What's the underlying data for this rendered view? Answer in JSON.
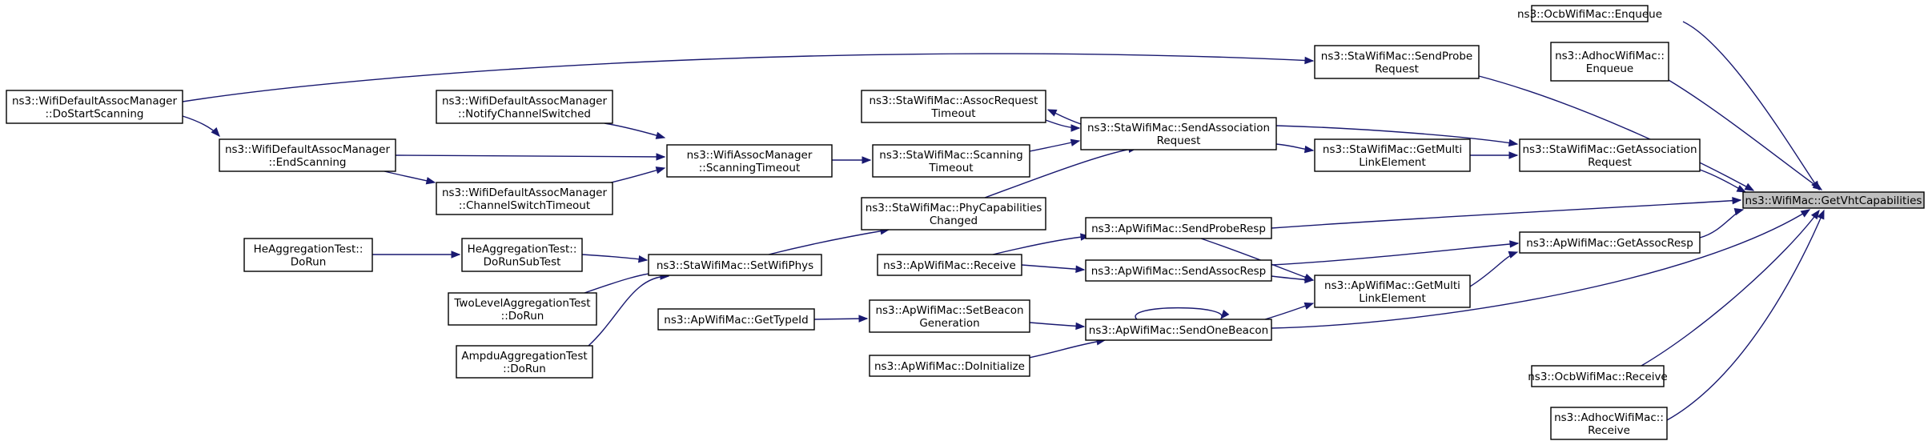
{
  "diagram": {
    "colors": {
      "edge": "#191970",
      "node_border": "#000000",
      "node_fill": "#ffffff",
      "root_fill": "#bfbfbf"
    },
    "nodes": [
      {
        "id": "n0",
        "lines": [
          "ns3::WifiMac::GetVhtCapabilities"
        ],
        "root": true
      },
      {
        "id": "n1",
        "lines": [
          "ns3::OcbWifiMac::Enqueue"
        ]
      },
      {
        "id": "n2",
        "lines": [
          "ns3::AdhocWifiMac::",
          "Enqueue"
        ]
      },
      {
        "id": "n3",
        "lines": [
          "ns3::StaWifiMac::SendProbe",
          "Request"
        ]
      },
      {
        "id": "n4",
        "lines": [
          "ns3::WifiDefaultAssocManager",
          "::DoStartScanning"
        ]
      },
      {
        "id": "n5",
        "lines": [
          "ns3::StaWifiMac::GetAssociation",
          "Request"
        ]
      },
      {
        "id": "n6",
        "lines": [
          "ns3::StaWifiMac::SendAssociation",
          "Request"
        ]
      },
      {
        "id": "n7",
        "lines": [
          "ns3::StaWifiMac::AssocRequest",
          "Timeout"
        ]
      },
      {
        "id": "n8",
        "lines": [
          "ns3::StaWifiMac::Scanning",
          "Timeout"
        ]
      },
      {
        "id": "n9",
        "lines": [
          "ns3::WifiAssocManager",
          "::ScanningTimeout"
        ]
      },
      {
        "id": "n10",
        "lines": [
          "ns3::WifiDefaultAssocManager",
          "::NotifyChannelSwitched"
        ]
      },
      {
        "id": "n11",
        "lines": [
          "ns3::WifiDefaultAssocManager",
          "::EndScanning"
        ]
      },
      {
        "id": "n12",
        "lines": [
          "ns3::WifiDefaultAssocManager",
          "::ChannelSwitchTimeout"
        ]
      },
      {
        "id": "n13",
        "lines": [
          "ns3::StaWifiMac::PhyCapabilities",
          "Changed"
        ]
      },
      {
        "id": "n14",
        "lines": [
          "ns3::StaWifiMac::SetWifiPhys"
        ]
      },
      {
        "id": "n15",
        "lines": [
          "HeAggregationTest::",
          "DoRunSubTest"
        ]
      },
      {
        "id": "n16",
        "lines": [
          "HeAggregationTest::",
          "DoRun"
        ]
      },
      {
        "id": "n17",
        "lines": [
          "TwoLevelAggregationTest",
          "::DoRun"
        ]
      },
      {
        "id": "n18",
        "lines": [
          "AmpduAggregationTest",
          "::DoRun"
        ]
      },
      {
        "id": "n19",
        "lines": [
          "ns3::StaWifiMac::GetMulti",
          "LinkElement"
        ]
      },
      {
        "id": "n20",
        "lines": [
          "ns3::ApWifiMac::GetAssocResp"
        ]
      },
      {
        "id": "n21",
        "lines": [
          "ns3::ApWifiMac::SendProbeResp"
        ]
      },
      {
        "id": "n22",
        "lines": [
          "ns3::ApWifiMac::SendAssocResp"
        ]
      },
      {
        "id": "n23",
        "lines": [
          "ns3::ApWifiMac::Receive"
        ]
      },
      {
        "id": "n24",
        "lines": [
          "ns3::ApWifiMac::GetMulti",
          "LinkElement"
        ]
      },
      {
        "id": "n25",
        "lines": [
          "ns3::ApWifiMac::SendOneBeacon"
        ]
      },
      {
        "id": "n26",
        "lines": [
          "ns3::ApWifiMac::SetBeacon",
          "Generation"
        ]
      },
      {
        "id": "n27",
        "lines": [
          "ns3::ApWifiMac::GetTypeId"
        ]
      },
      {
        "id": "n28",
        "lines": [
          "ns3::ApWifiMac::DoInitialize"
        ]
      },
      {
        "id": "n29",
        "lines": [
          "ns3::OcbWifiMac::Receive"
        ]
      },
      {
        "id": "n30",
        "lines": [
          "ns3::AdhocWifiMac::",
          "Receive"
        ]
      }
    ],
    "edges": [
      {
        "from": "n1",
        "to": "n0"
      },
      {
        "from": "n2",
        "to": "n0"
      },
      {
        "from": "n3",
        "to": "n0"
      },
      {
        "from": "n4",
        "to": "n3"
      },
      {
        "from": "n5",
        "to": "n0"
      },
      {
        "from": "n6",
        "to": "n5"
      },
      {
        "from": "n19",
        "to": "n5"
      },
      {
        "from": "n6",
        "to": "n19"
      },
      {
        "from": "n6",
        "to": "n7"
      },
      {
        "from": "n7",
        "to": "n6"
      },
      {
        "from": "n8",
        "to": "n6"
      },
      {
        "from": "n13",
        "to": "n6"
      },
      {
        "from": "n9",
        "to": "n8"
      },
      {
        "from": "n10",
        "to": "n9"
      },
      {
        "from": "n11",
        "to": "n9"
      },
      {
        "from": "n12",
        "to": "n9"
      },
      {
        "from": "n4",
        "to": "n11"
      },
      {
        "from": "n11",
        "to": "n12"
      },
      {
        "from": "n14",
        "to": "n13"
      },
      {
        "from": "n15",
        "to": "n14"
      },
      {
        "from": "n16",
        "to": "n15"
      },
      {
        "from": "n17",
        "to": "n14"
      },
      {
        "from": "n18",
        "to": "n14"
      },
      {
        "from": "n21",
        "to": "n0"
      },
      {
        "from": "n20",
        "to": "n0"
      },
      {
        "from": "n22",
        "to": "n20"
      },
      {
        "from": "n24",
        "to": "n20"
      },
      {
        "from": "n21",
        "to": "n24"
      },
      {
        "from": "n22",
        "to": "n24"
      },
      {
        "from": "n25",
        "to": "n24"
      },
      {
        "from": "n23",
        "to": "n21"
      },
      {
        "from": "n23",
        "to": "n22"
      },
      {
        "from": "n25",
        "to": "n25"
      },
      {
        "from": "n25",
        "to": "n0"
      },
      {
        "from": "n26",
        "to": "n25"
      },
      {
        "from": "n28",
        "to": "n25"
      },
      {
        "from": "n27",
        "to": "n26"
      },
      {
        "from": "n29",
        "to": "n0"
      },
      {
        "from": "n30",
        "to": "n0"
      }
    ]
  }
}
